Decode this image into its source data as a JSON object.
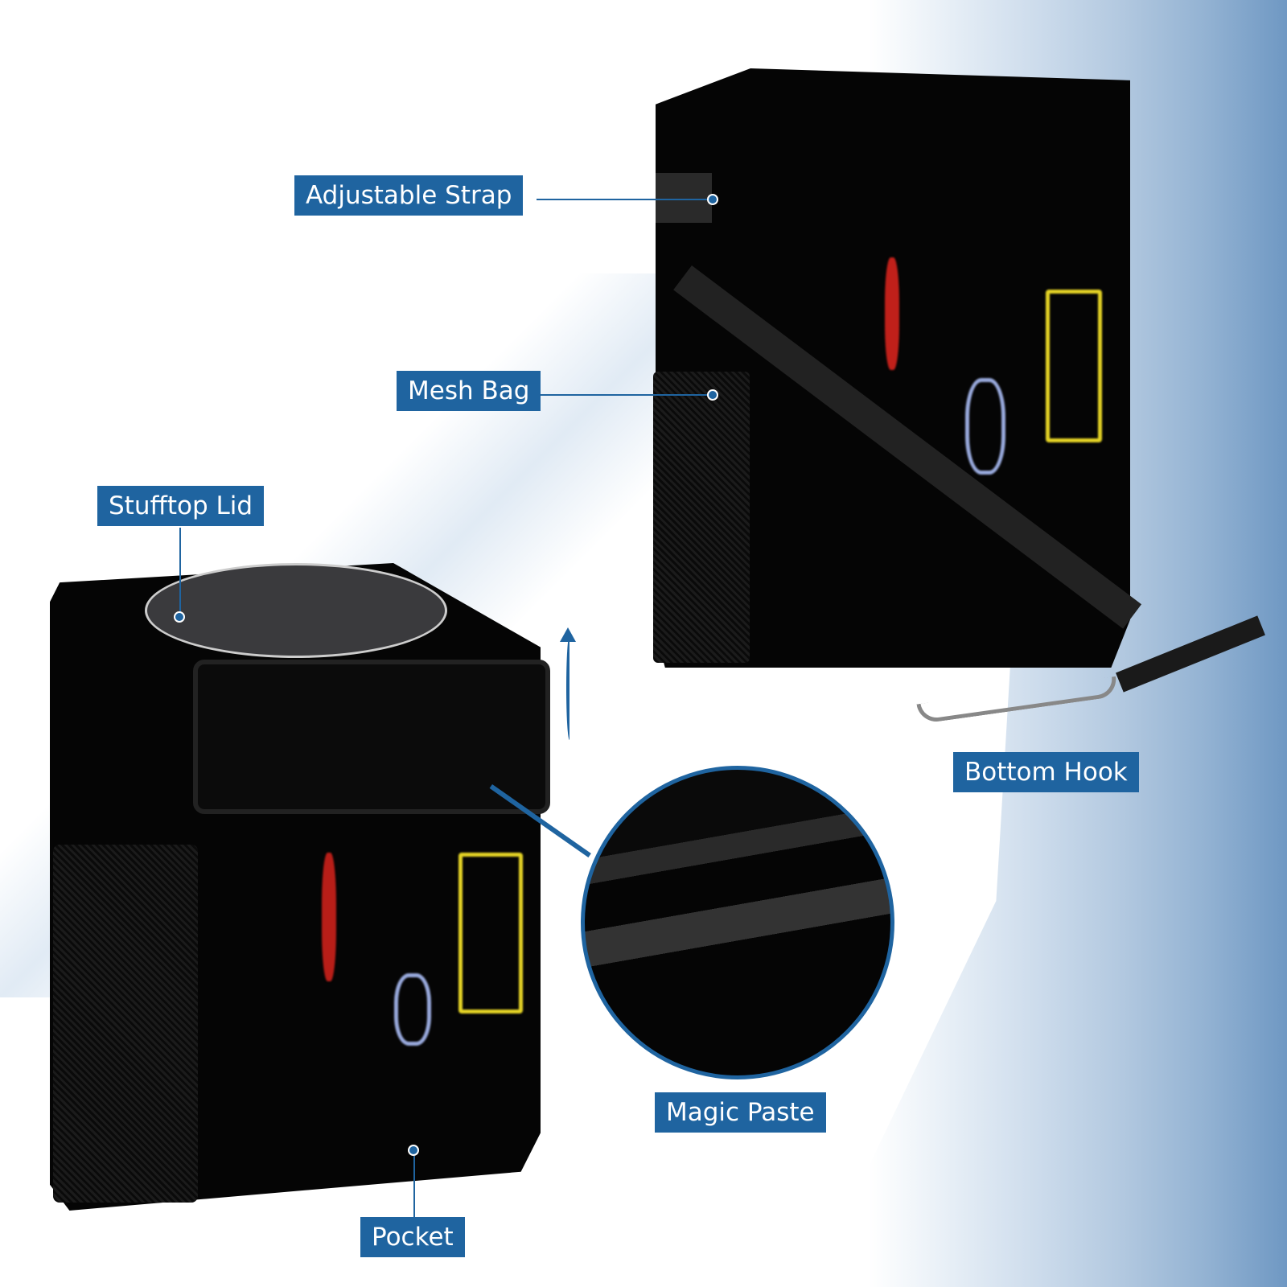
{
  "labels": {
    "adjustable_strap": "Adjustable Strap",
    "mesh_bag": "Mesh Bag",
    "stufftop_lid": "Stufftop Lid",
    "bottom_hook": "Bottom Hook",
    "magic_paste": "Magic Paste",
    "pocket": "Pocket"
  },
  "colors": {
    "label_bg": "#1f64a0",
    "bag": "#050505"
  }
}
